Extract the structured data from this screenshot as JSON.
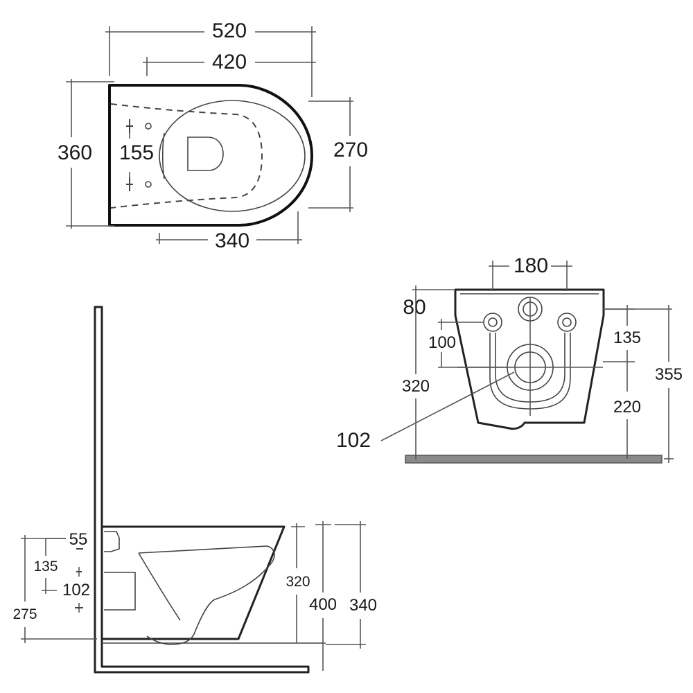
{
  "top_view": {
    "overall_length": "520",
    "fixing_length": "420",
    "width": "360",
    "fixing_spacing": "155",
    "bowl_width": "270",
    "front_length": "340"
  },
  "back_view": {
    "inlet_spacing": "180",
    "top_offset": "80",
    "inlet_offset": "100",
    "bolt_offset": "135",
    "overall_height": "355",
    "outlet_height": "320",
    "bolt_height": "220",
    "outlet_diameter": "102"
  },
  "side_view": {
    "inlet_height": "55",
    "inlet_offset": "135",
    "outlet_diameter": "102",
    "outlet_height": "275",
    "body_height": "320",
    "seat_height": "400",
    "rim_height": "340"
  }
}
